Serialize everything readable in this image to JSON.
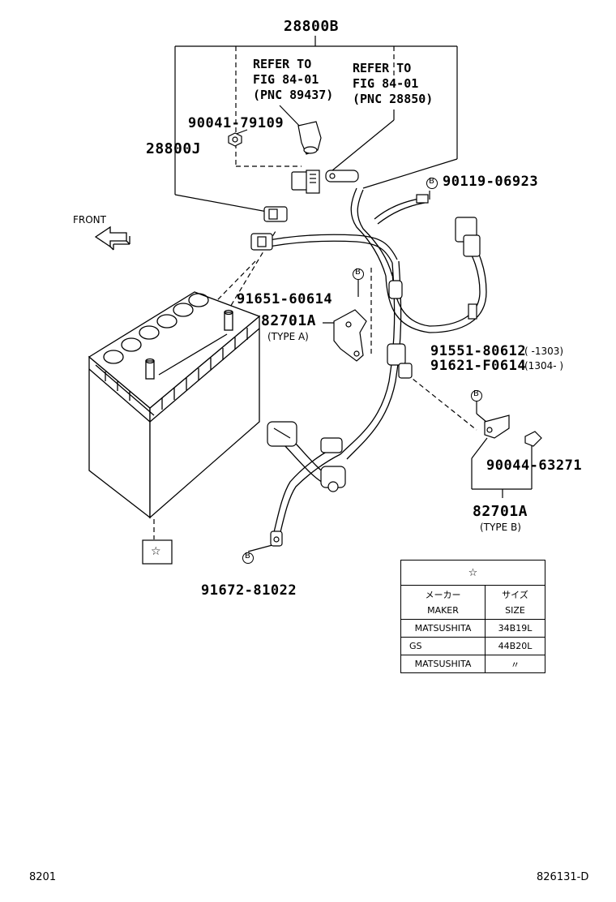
{
  "labels": {
    "p28800B": "28800B",
    "refer1_line1": "REFER TO",
    "refer1_line2": "FIG 84-01",
    "refer1_line3": "(PNC 89437)",
    "refer2_line1": "REFER TO",
    "refer2_line2": "FIG 84-01",
    "refer2_line3": "(PNC 28850)",
    "p90041": "90041-79109",
    "p28800J": "28800J",
    "p90119": "90119-06923",
    "front": "FRONT",
    "p91651": "91651-60614",
    "p82701A_a": "82701A",
    "type_a": "(TYPE A)",
    "p91551": "91551-80612",
    "p91551_range": "(     -1303)",
    "p91621": "91621-F0614",
    "p91621_range": "(1304-     )",
    "p90044": "90044-63271",
    "p82701A_b": "82701A",
    "type_b": "(TYPE B)",
    "p91672": "91672-81022",
    "callout_b": "B",
    "star": "☆"
  },
  "table": {
    "star": "☆",
    "header_maker_jp": "メーカー",
    "header_maker_en": "MAKER",
    "header_size_jp": "サイズ",
    "header_size_en": "SIZE",
    "rows": [
      {
        "maker": "MATSUSHITA",
        "size": "34B19L"
      },
      {
        "maker": "GS",
        "size": "44B20L"
      },
      {
        "maker": "MATSUSHITA",
        "size": "〃"
      }
    ]
  },
  "footer": {
    "left": "8201",
    "right": "826131-D"
  },
  "icons": [
    "front-arrow-icon"
  ]
}
